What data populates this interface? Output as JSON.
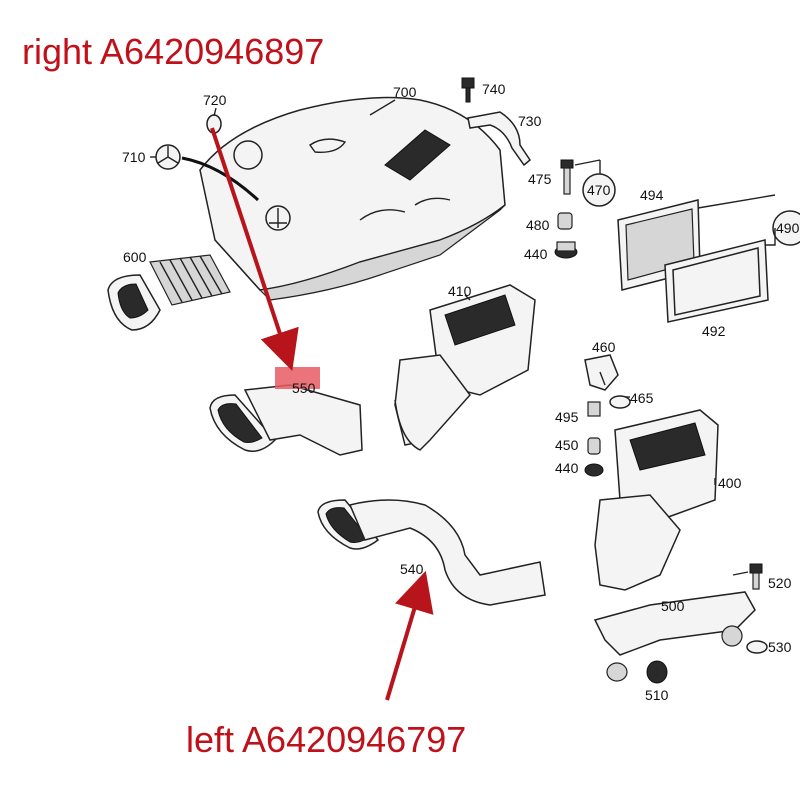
{
  "callouts": {
    "right": "right A6420946897",
    "left": "left A6420946797"
  },
  "part_numbers": {
    "p700": "700",
    "p740": "740",
    "p720": "720",
    "p730": "730",
    "p710": "710",
    "p475": "475",
    "p470": "470",
    "p494": "494",
    "p490": "490",
    "p480": "480",
    "p440a": "440",
    "p600": "600",
    "p410": "410",
    "p492": "492",
    "p460": "460",
    "p550": "550",
    "p465": "465",
    "p495": "495",
    "p450": "450",
    "p440b": "440",
    "p400": "400",
    "p540": "540",
    "p520": "520",
    "p500": "500",
    "p530": "530",
    "p510": "510"
  },
  "colors": {
    "callout": "#c0111a",
    "highlight": "#e85c64"
  }
}
